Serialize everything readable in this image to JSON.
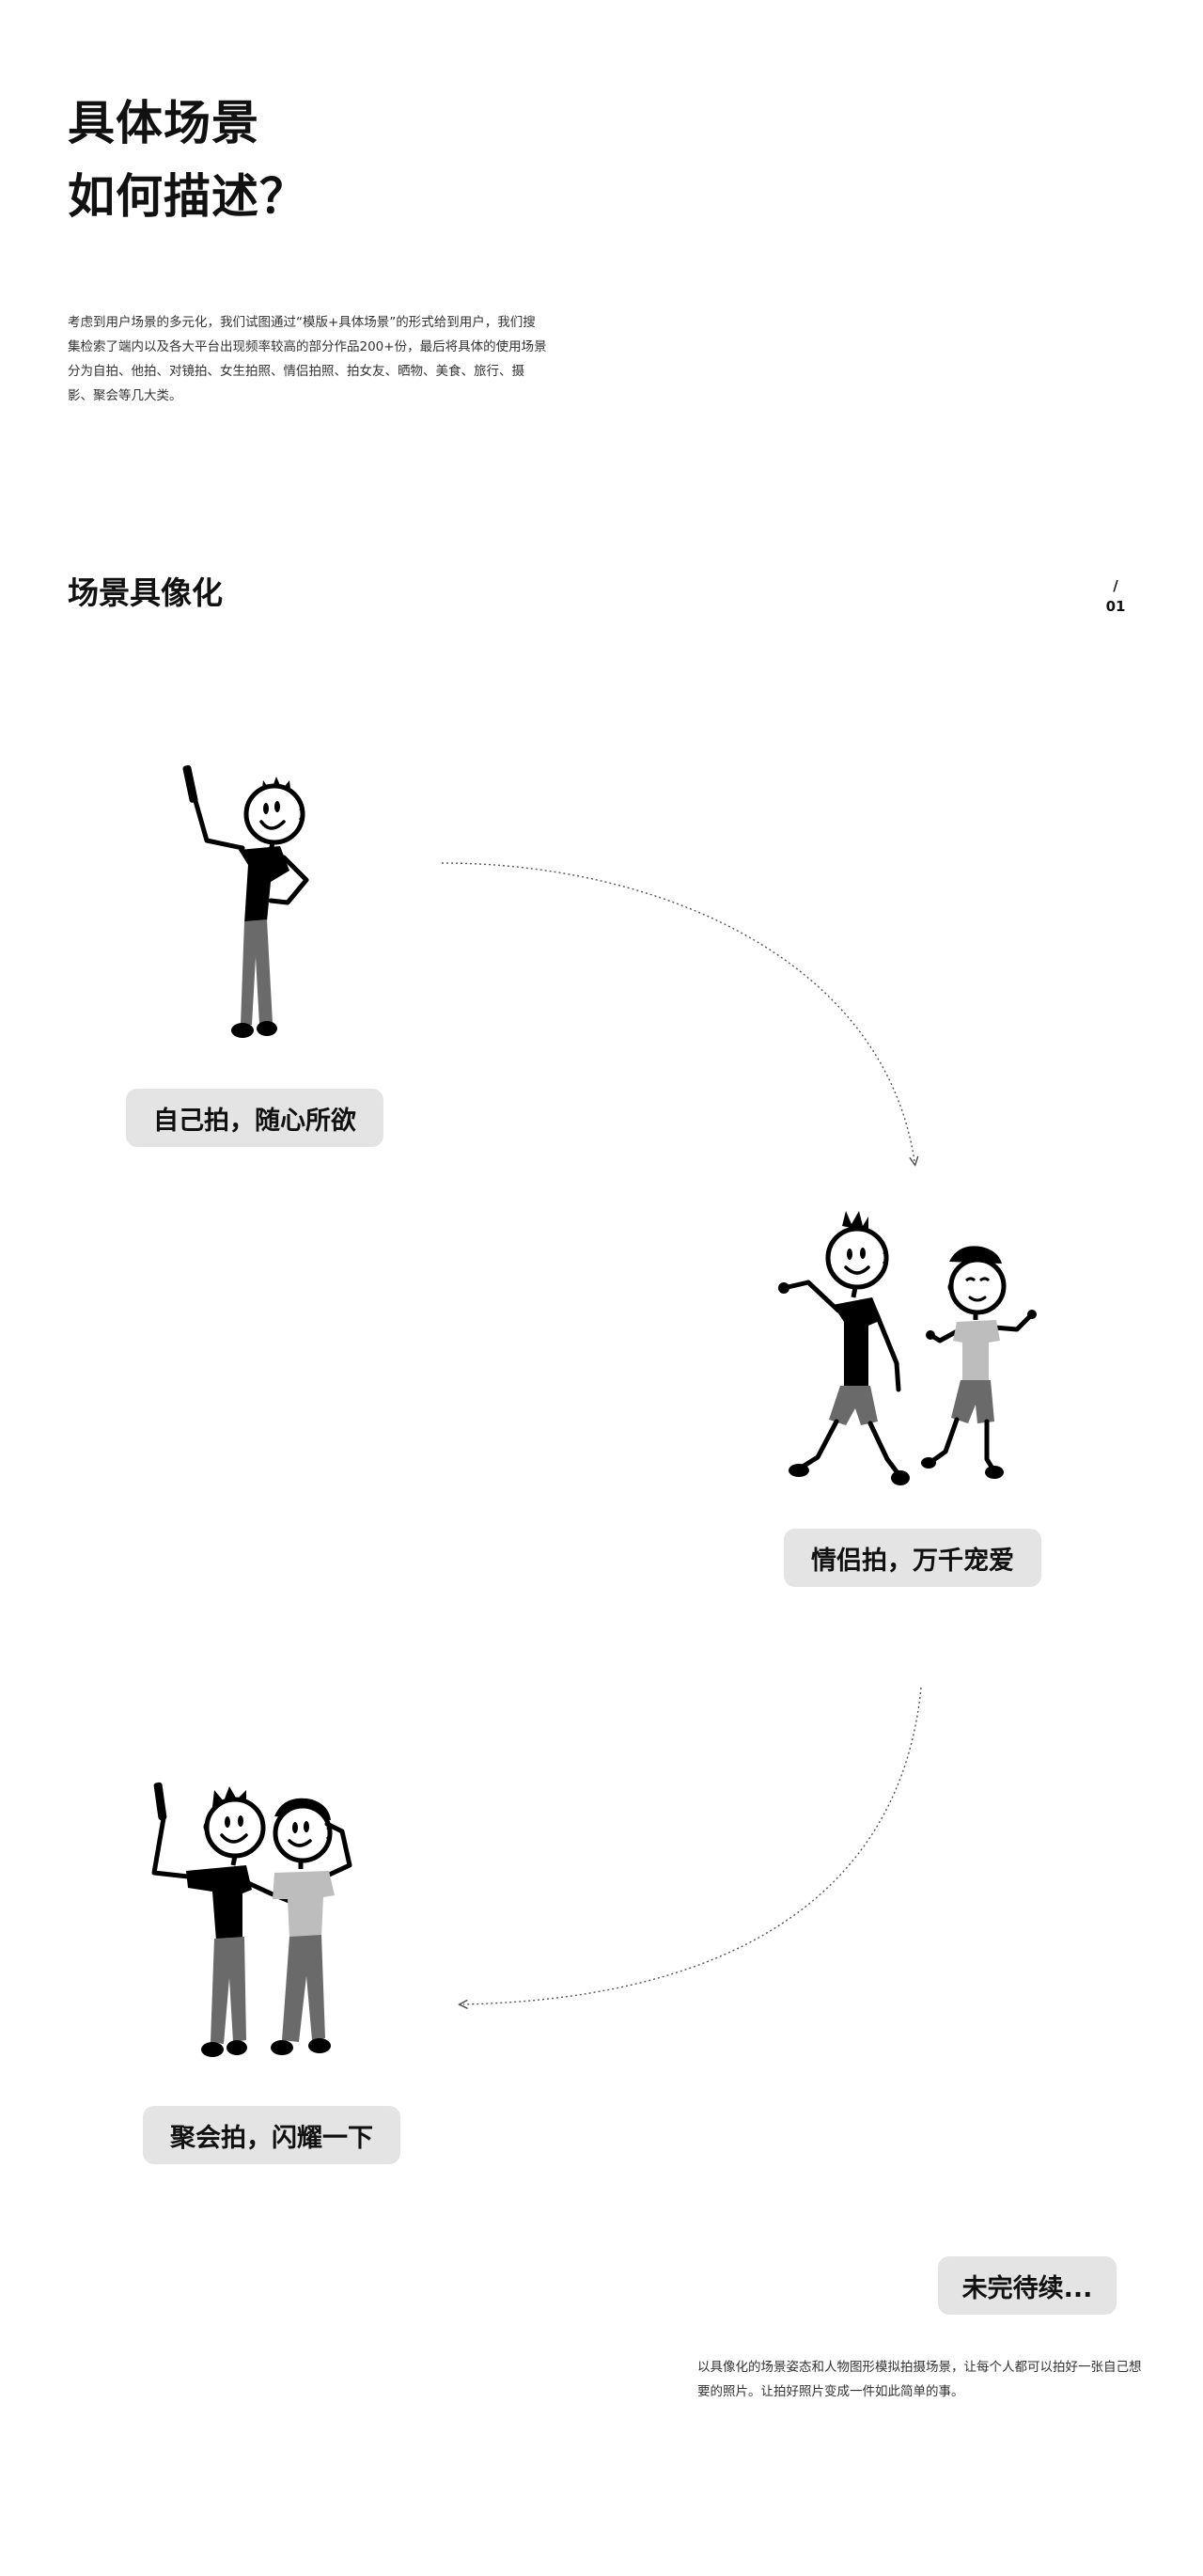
{
  "header": {
    "title_line1": "具体场景",
    "title_line2": "如何描述？",
    "intro": "考虑到用户场景的多元化，我们试图通过“模版+具体场景”的形式给到用户，我们搜集检索了端内以及各大平台出现频率较高的部分作品200+份，最后将具体的使用场景分为自拍、他拍、对镜拍、女生拍照、情侣拍照、拍女友、晒物、美食、旅行、摄影、聚会等几大类。"
  },
  "section": {
    "title": "场景具像化",
    "index_slash": "/",
    "index_number": "01"
  },
  "scenes": [
    {
      "label": "自己拍，随心所欲",
      "figure": "stick-figure-selfie-icon"
    },
    {
      "label": "情侣拍，万千宠爱",
      "figure": "stick-figure-couple-icon"
    },
    {
      "label": "聚会拍，闪耀一下",
      "figure": "stick-figure-party-icon"
    }
  ],
  "more": {
    "label": "未完待续..."
  },
  "footer": {
    "note": "以具像化的场景姿态和人物图形模拟拍摄场景，让每个人都可以拍好一张自己想要的照片。让拍好照片变成一件如此简单的事。"
  },
  "colors": {
    "shirt_dark": "#000000",
    "pants_mid": "#6a6a6a",
    "shirt_light": "#bdbdbd",
    "pill_bg": "#e4e4e4",
    "text": "#111111"
  }
}
